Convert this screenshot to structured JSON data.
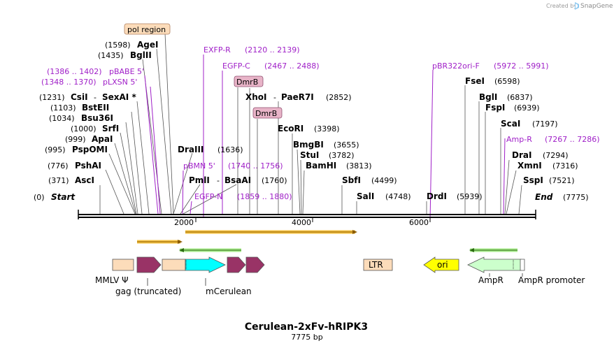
{
  "credit": {
    "prefix": "Created by",
    "brand": "SnapGene"
  },
  "title": "Cerulean-2xFv-hRIPK3",
  "length_label": "7775 bp",
  "ruler": {
    "ticks": [
      "2000",
      "4000",
      "6000"
    ]
  },
  "colors": {
    "primer": "#a020c8",
    "orange_arrow": "#f5c242",
    "green_arrow": "#4aa02c",
    "cerulean": "#00ffff",
    "fv": "#993366",
    "peach": "#fcdcba",
    "ori": "#ffff00",
    "ampr": "#ccffcc",
    "dmrb_box": "#e8b4c8",
    "pol_box": "#fcdcba"
  },
  "sites": {
    "start_pos": "(0)",
    "start_name": "Start",
    "end_name": "End",
    "end_pos": "(7775)",
    "asci_pos": "(371)",
    "asci": "AscI",
    "pshai_pos": "(776)",
    "pshai": "PshAI",
    "pspomi_pos": "(995)",
    "pspomi": "PspOMI",
    "apai_pos": "(999)",
    "apai": "ApaI",
    "srfi_pos": "(1000)",
    "srfi": "SrfI",
    "bsu36i_pos": "(1034)",
    "bsu36i": "Bsu36I",
    "bsteii_pos": "(1103)",
    "bsteii": "BstEII",
    "csii_pos": "(1231)",
    "csii": "CsiI",
    "dash": "-",
    "sexai": "SexAI *",
    "bglii_pos": "(1435)",
    "bglii": "BglII",
    "agei_pos": "(1598)",
    "agei": "AgeI",
    "draiii": "DraIII",
    "draiii_pos": "(1636)",
    "pmli": "PmlI",
    "bsaai": "BsaAI",
    "bsaai_pos": "(1760)",
    "xhoi": "XhoI",
    "paer7i": "PaeR7I",
    "paer7i_pos": "(2852)",
    "ecori": "EcoRI",
    "ecori_pos": "(3398)",
    "bmgbi": "BmgBI",
    "bmgbi_pos": "(3655)",
    "stui": "StuI",
    "stui_pos": "(3782)",
    "bamhi": "BamHI",
    "bamhi_pos": "(3813)",
    "sbfi": "SbfI",
    "sbfi_pos": "(4499)",
    "sali": "SalI",
    "sali_pos": "(4748)",
    "drdi": "DrdI",
    "drdi_pos": "(5939)",
    "fsei": "FseI",
    "fsei_pos": "(6598)",
    "bgli": "BglI",
    "bgli_pos": "(6837)",
    "fspi": "FspI",
    "fspi_pos": "(6939)",
    "scai": "ScaI",
    "scai_pos": "(7197)",
    "drai": "DraI",
    "drai_pos": "(7294)",
    "xmni": "XmnI",
    "xmni_pos": "(7316)",
    "sspi": "SspI",
    "sspi_pos": "(7521)"
  },
  "primers": {
    "pbabe_range": "(1386 .. 1402)",
    "pbabe": "pBABE 5'",
    "plxsn_range": "(1348 .. 1370)",
    "plxsn": "pLXSN 5'",
    "exfp": "EXFP-R",
    "exfp_range": "(2120 .. 2139)",
    "egfpc": "EGFP-C",
    "egfpc_range": "(2467 .. 2488)",
    "pbmn": "pBMN 5'",
    "pbmn_range": "(1740 .. 1756)",
    "egfpn": "EGFP-N",
    "egfpn_range": "(1859 .. 1880)",
    "pbr": "pBR322ori-F",
    "pbr_range": "(5972 .. 5991)",
    "ampr": "Amp-R",
    "ampr_range": "(7267 .. 7286)"
  },
  "boxes": {
    "pol": "pol region",
    "dmrb1": "DmrB",
    "dmrb2": "DmrB"
  },
  "features": {
    "ltr": "LTR",
    "ori": "ori",
    "mmlv": "MMLV Ψ",
    "gag": "gag (truncated)",
    "mcerulean": "mCerulean",
    "ampr": "AmpR",
    "ampr_promoter": "AmpR promoter"
  }
}
